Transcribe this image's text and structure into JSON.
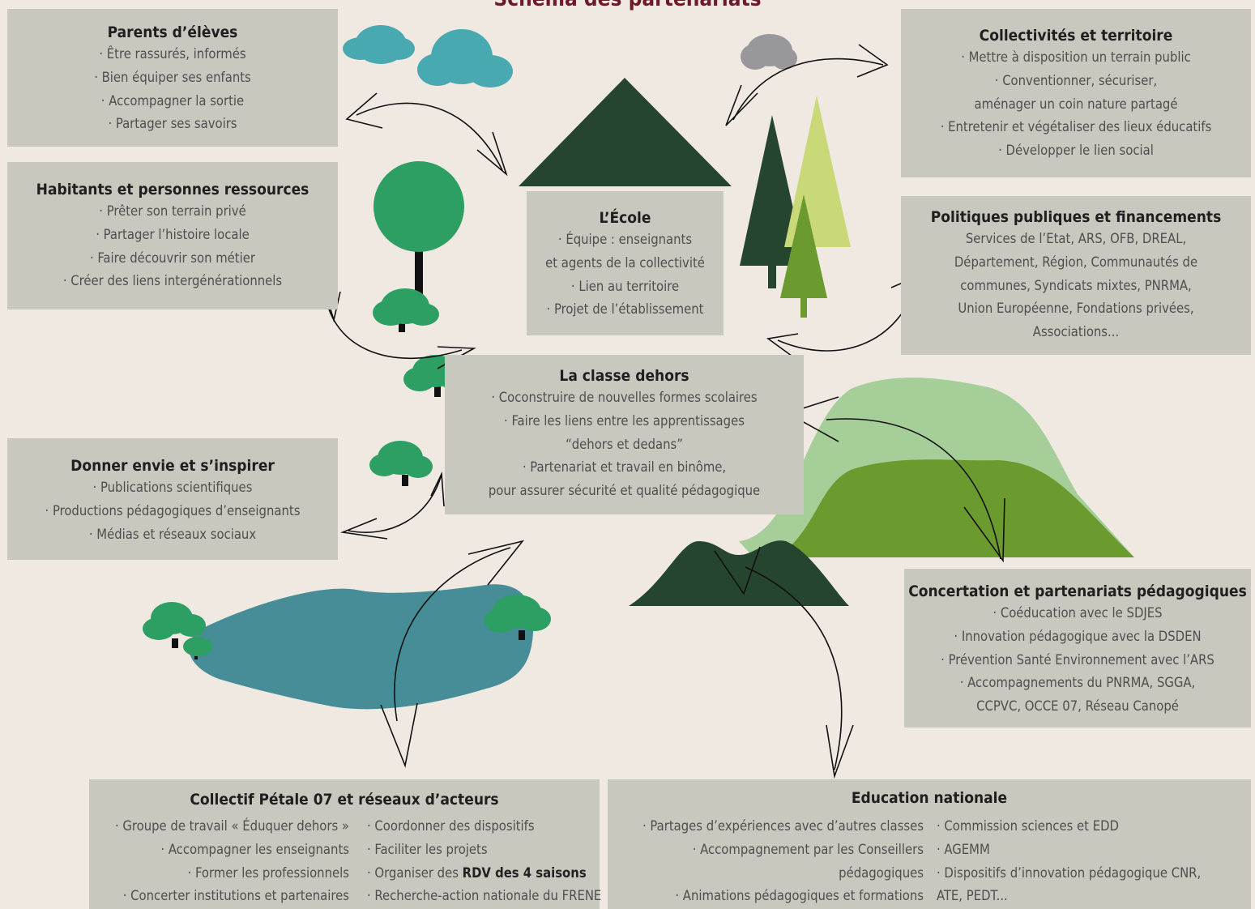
{
  "title": "Schéma des partenariats",
  "colors": {
    "background": "#efe9e2",
    "box": "#c9c8bf",
    "title": "#6b1a26",
    "dark_green": "#26452f",
    "green": "#2d9f63",
    "light_green": "#a5ce99",
    "olive_green": "#6b9a2f",
    "pale_green": "#c9d977",
    "lake": "#478d97",
    "cloud_teal": "#49a9b1",
    "cloud_grey": "#98979c"
  },
  "parents": {
    "heading": "Parents d’élèves",
    "lines": [
      "· Être rassurés, informés",
      "· Bien équiper ses enfants",
      "· Accompagner la sortie",
      "· Partager ses savoirs"
    ]
  },
  "habitants": {
    "heading": "Habitants et personnes ressources",
    "lines": [
      "· Prêter son terrain privé",
      "· Partager l’histoire locale",
      "· Faire découvrir son métier",
      "· Créer des liens intergénérationnels"
    ]
  },
  "inspirer": {
    "heading": "Donner envie et s’inspirer",
    "lines": [
      "· Publications scientifiques",
      "· Productions pédagogiques d’enseignants",
      "· Médias et réseaux sociaux"
    ]
  },
  "ecole": {
    "heading": "L’École",
    "lines": [
      "· Équipe : enseignants",
      "et agents de la collectivité",
      "· Lien au territoire",
      "· Projet de l’établissement"
    ]
  },
  "classe": {
    "heading": "La classe dehors",
    "lines": [
      "· Coconstruire de nouvelles formes scolaires",
      "· Faire les liens entre les apprentissages",
      "“dehors et dedans”",
      "· Partenariat et travail en binôme,",
      "pour assurer sécurité et qualité pédagogique"
    ]
  },
  "collectivites": {
    "heading": "Collectivités et territoire",
    "lines": [
      "· Mettre à disposition un terrain public",
      "· Conventionner, sécuriser,",
      "aménager un coin nature partagé",
      "· Entretenir et végétaliser des lieux éducatifs",
      "· Développer  le lien social"
    ]
  },
  "politiques": {
    "heading": "Politiques publiques et financements",
    "lines": [
      "Services de l’Etat, ARS, OFB, DREAL,",
      "Département, Région, Communautés de",
      "communes, Syndicats mixtes, PNRMA,",
      "Union Européenne, Fondations privées,",
      "Associations..."
    ]
  },
  "concertation": {
    "heading": "Concertation et partenariats pédagogiques",
    "lines": [
      "· Coéducation avec le SDJES",
      "· Innovation pédagogique avec la DSDEN",
      "· Prévention Santé Environnement avec l’ARS",
      "· Accompagnements  du PNRMA, SGGA,",
      "CCPVC, OCCE 07, Réseau Canopé"
    ]
  },
  "petale": {
    "heading": "Collectif Pétale 07 et réseaux d’acteurs",
    "left": [
      "· Groupe de travail « Éduquer dehors »",
      "· Accompagner les enseignants",
      "· Former les professionnels",
      "· Concerter institutions et partenaires"
    ],
    "right": [
      "· Coordonner des dispositifs",
      "· Faciliter les projets",
      "· Organiser des ",
      "· Recherche-action nationale du FRENE"
    ],
    "rdv": "RDV des 4 saisons"
  },
  "education": {
    "heading": "Education nationale",
    "left": [
      "· Partages d’expériences avec d’autres classes",
      "· Accompagnement par les Conseillers",
      "pédagogiques",
      "· Animations pédagogiques et formations"
    ],
    "right": [
      "· Commission sciences et EDD",
      "· AGEMM",
      "· Dispositifs d’innovation pédagogique CNR,",
      "ATE, PEDT..."
    ]
  }
}
